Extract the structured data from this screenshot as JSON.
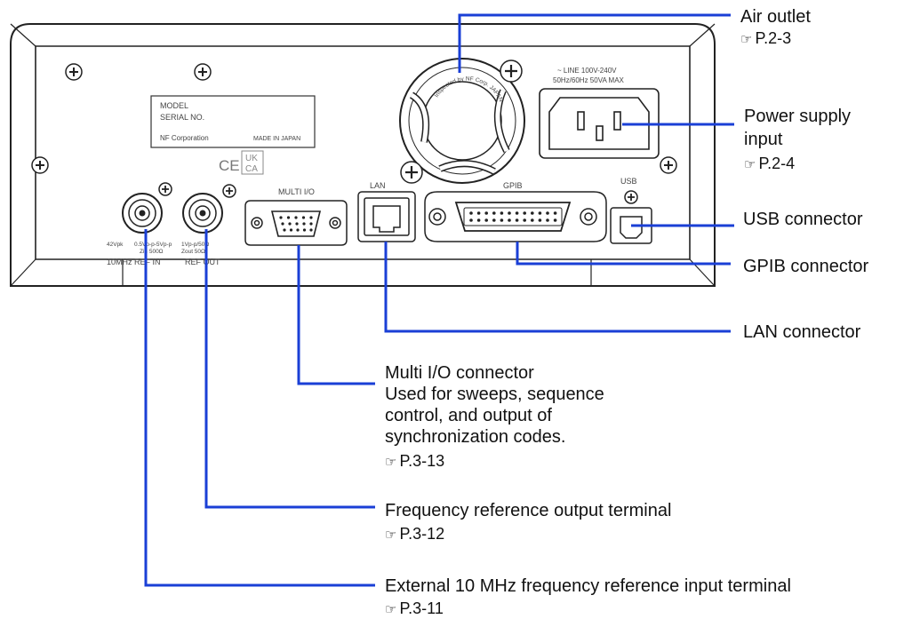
{
  "panel": {
    "model_label": "MODEL",
    "serial_label": "SERIAL NO.",
    "maker_label": "NF Corporation",
    "origin_label": "MADE IN JAPAN",
    "ce_mark": "CE",
    "ukca_top": "UK",
    "ukca_bottom": "CA",
    "refin_spec1": "42Vpk",
    "refin_spec2": "0.5Vp-p-5Vp-p",
    "refin_spec3": "Zin 500Ω",
    "refin_name": "10MHz REF IN",
    "refout_spec1": "1Vp-p/50Ω",
    "refout_spec2": "Zout 50Ω",
    "refout_name": "REF OUT",
    "multiio_name": "MULTI I/O",
    "lan_name": "LAN",
    "gpib_name": "GPIB",
    "usb_name": "USB",
    "line_spec1": "~ LINE 100V-240V",
    "line_spec2": "50Hz/60Hz 50VA MAX",
    "fan_text": "Inspected by NF Corp. JAPAN"
  },
  "callouts": {
    "air_outlet": {
      "title": "Air outlet",
      "ref": "P.2-3"
    },
    "power": {
      "line1": "Power supply",
      "line2": "input",
      "ref": "P.2-4"
    },
    "usb": {
      "title": "USB connector"
    },
    "gpib": {
      "title": "GPIB connector"
    },
    "lan": {
      "title": "LAN connector"
    },
    "multi_io": {
      "title": "Multi I/O connector",
      "desc1": "Used for sweeps, sequence",
      "desc2": "control, and output of",
      "desc3": "synchronization codes.",
      "ref": "P.3-13"
    },
    "ref_out": {
      "title": "Frequency reference output terminal",
      "ref": "P.3-12"
    },
    "ref_in": {
      "title": "External 10 MHz frequency reference input terminal",
      "ref": "P.3-11"
    }
  },
  "icons": {
    "ref_icon": "pointing-hand-icon"
  },
  "colors": {
    "leader": "#1a3fd6",
    "outline": "#222222"
  }
}
